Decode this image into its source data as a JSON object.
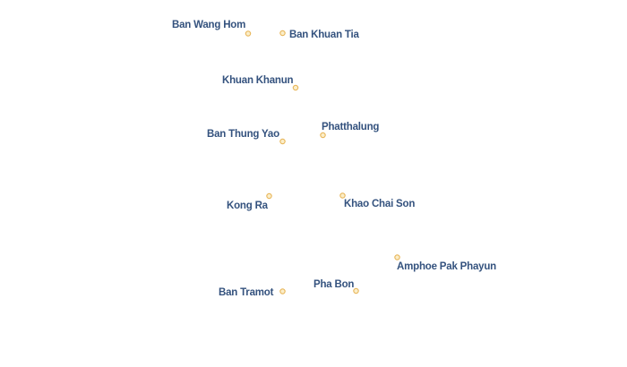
{
  "map": {
    "places": [
      {
        "id": "ban-wang-hom",
        "name": "Ban Wang Hom"
      },
      {
        "id": "ban-khuan-tia",
        "name": "Ban Khuan Tia"
      },
      {
        "id": "khuan-khanun",
        "name": "Khuan Khanun"
      },
      {
        "id": "phatthalung",
        "name": "Phatthalung"
      },
      {
        "id": "ban-thung-yao",
        "name": "Ban Thung Yao"
      },
      {
        "id": "kong-ra",
        "name": "Kong Ra"
      },
      {
        "id": "khao-chai-son",
        "name": "Khao Chai Son"
      },
      {
        "id": "amphoe-pak-phayun",
        "name": "Amphoe Pak Phayun"
      },
      {
        "id": "pha-bon",
        "name": "Pha Bon"
      },
      {
        "id": "ban-tramot",
        "name": "Ban Tramot"
      }
    ],
    "colors": {
      "label": "#34527e",
      "label_halo": "#ffffff",
      "dot_fill": "#fbeec9",
      "dot_stroke": "#e8b65a"
    }
  }
}
